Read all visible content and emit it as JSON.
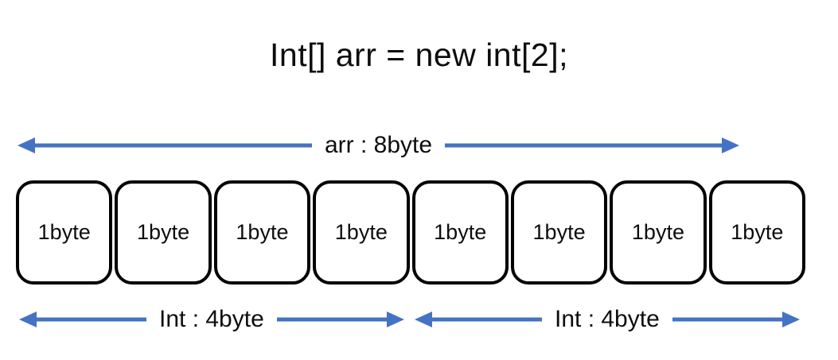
{
  "diagram": {
    "title": "Int[] arr = new int[2];",
    "colors": {
      "arrow": "#4472C4",
      "box_border": "#000000",
      "text": "#0D0D0D",
      "background": "#FFFFFF"
    },
    "total_measure": {
      "label": "arr : 8byte",
      "variable": "arr",
      "size": "8byte",
      "arrow_style": "double-headed"
    },
    "bytes": [
      {
        "label": "1byte"
      },
      {
        "label": "1byte"
      },
      {
        "label": "1byte"
      },
      {
        "label": "1byte"
      },
      {
        "label": "1byte"
      },
      {
        "label": "1byte"
      },
      {
        "label": "1byte"
      },
      {
        "label": "1byte"
      }
    ],
    "element_measures": [
      {
        "label": "Int : 4byte",
        "type": "Int",
        "size": "4byte",
        "arrow_style": "double-headed"
      },
      {
        "label": "Int : 4byte",
        "type": "Int",
        "size": "4byte",
        "arrow_style": "double-headed"
      }
    ]
  }
}
